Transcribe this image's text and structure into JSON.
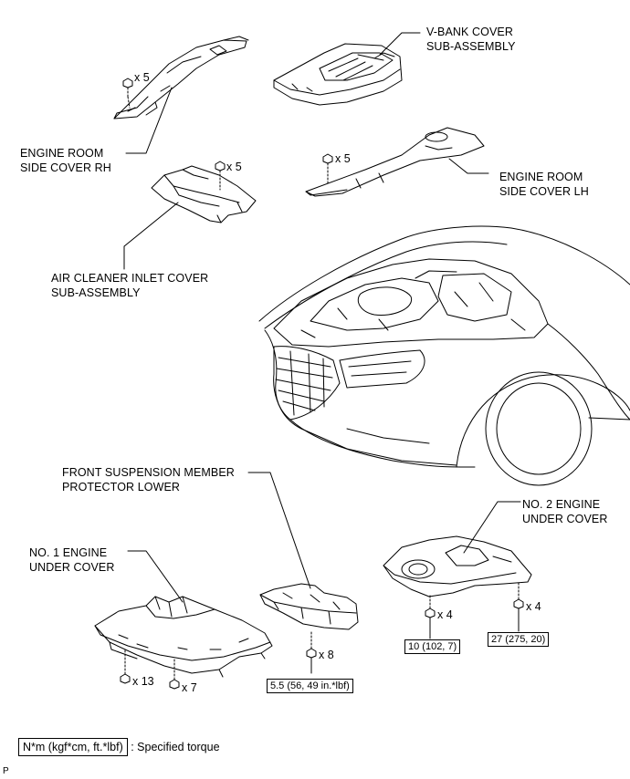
{
  "parts": {
    "v_bank_cover": [
      "V-BANK COVER",
      "SUB-ASSEMBLY"
    ],
    "side_cover_rh": [
      "ENGINE ROOM",
      "SIDE COVER RH"
    ],
    "side_cover_lh": [
      "ENGINE ROOM",
      "SIDE COVER LH"
    ],
    "air_cleaner_inlet": [
      "AIR CLEANER INLET COVER",
      "SUB-ASSEMBLY"
    ],
    "front_suspension_protector": [
      "FRONT SUSPENSION MEMBER",
      "PROTECTOR LOWER"
    ],
    "no2_under_cover": [
      "NO. 2 ENGINE",
      "UNDER COVER"
    ],
    "no1_under_cover": [
      "NO. 1 ENGINE",
      "UNDER COVER"
    ]
  },
  "fastener_counts": {
    "rh_cover": "x 5",
    "air_cleaner": "x 5",
    "lh_cover": "x 5",
    "no2_left": "x 4",
    "no2_right": "x 4",
    "protector": "x 8",
    "no1_left": "x 13",
    "no1_right": "x 7"
  },
  "torques": {
    "protector": "5.5 (56, 49 in.*lbf)",
    "no2_left": "10 (102, 7)",
    "no2_right": "27 (275, 20)"
  },
  "legend": {
    "unit": "N*m (kgf*cm, ft.*lbf)",
    "description": ": Specified torque"
  },
  "figure_code": "P"
}
